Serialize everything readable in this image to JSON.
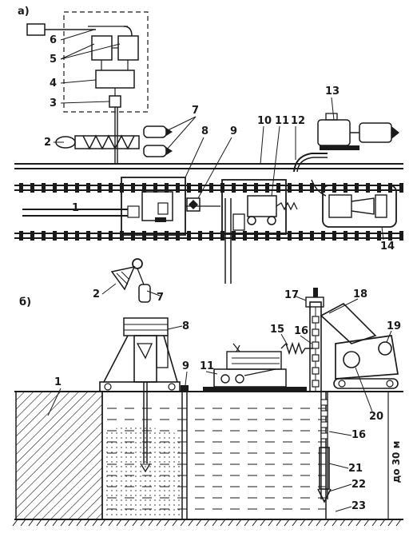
{
  "sections": {
    "a": "а)",
    "b": "б)"
  },
  "depth_label": "до 30 м",
  "callouts_a": [
    "1",
    "2",
    "3",
    "4",
    "5",
    "6",
    "7",
    "8",
    "9",
    "10",
    "11",
    "12",
    "13",
    "14"
  ],
  "callouts_b": [
    "1",
    "2",
    "7",
    "8",
    "9",
    "11",
    "15",
    "16",
    "16",
    "17",
    "18",
    "19",
    "20",
    "21",
    "22",
    "23"
  ],
  "colors": {
    "ink": "#1a1a1a",
    "paper": "#ffffff",
    "water": "#1a1a1a"
  }
}
